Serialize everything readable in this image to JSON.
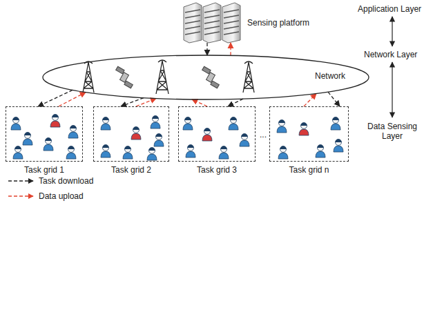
{
  "diagram": {
    "nodes": [
      {
        "text": [
          "Sensing platform"
        ]
      },
      {
        "text": [
          "Network"
        ]
      },
      {
        "text": [
          "Task grid 1"
        ]
      },
      {
        "text": [
          "Task grid 2"
        ]
      },
      {
        "text": [
          "Task grid 3"
        ]
      },
      {
        "text": [
          "Task grid n"
        ]
      }
    ],
    "edges": [
      {
        "from": 0,
        "to": 1,
        "arrow": "to"
      },
      {
        "from": 1,
        "to": 0,
        "arrow": "to"
      },
      {
        "from": 1,
        "to": 2,
        "arrow": "to"
      },
      {
        "from": 2,
        "to": 1,
        "arrow": "to"
      },
      {
        "from": 1,
        "to": 3,
        "arrow": "to"
      },
      {
        "from": 3,
        "to": 1,
        "arrow": "to"
      },
      {
        "from": 1,
        "to": 4,
        "arrow": "to"
      },
      {
        "from": 4,
        "to": 1,
        "arrow": "to"
      },
      {
        "from": 1,
        "to": 5,
        "arrow": "to"
      },
      {
        "from": 5,
        "to": 1,
        "arrow": "to"
      }
    ],
    "labels": [
      "Application Layer",
      "Network Layer",
      "Data Sensing Layer",
      "..."
    ],
    "legend": [
      {
        "text": "Task download"
      },
      {
        "text": "Data upload"
      }
    ]
  }
}
